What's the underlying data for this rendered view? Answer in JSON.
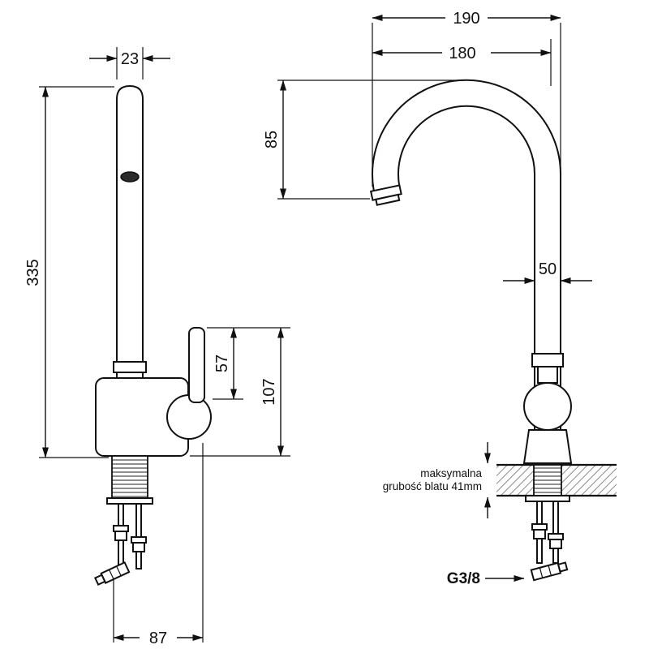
{
  "drawing": {
    "front_view": {
      "dim_spout_width": "23",
      "dim_total_height": "335",
      "dim_handle_height": "57",
      "dim_body_height": "107",
      "dim_base_width": "87"
    },
    "side_view": {
      "dim_overall_depth": "190",
      "dim_spout_reach": "180",
      "dim_spout_drop": "85",
      "dim_pipe_width": "50",
      "countertop_note_line1": "maksymalna",
      "countertop_note_line2": "grubość blatu 41mm",
      "thread_size_label": "G3/8"
    },
    "colors": {
      "line": "#111111",
      "hatch": "#8a8a8a",
      "background": "#ffffff"
    }
  }
}
